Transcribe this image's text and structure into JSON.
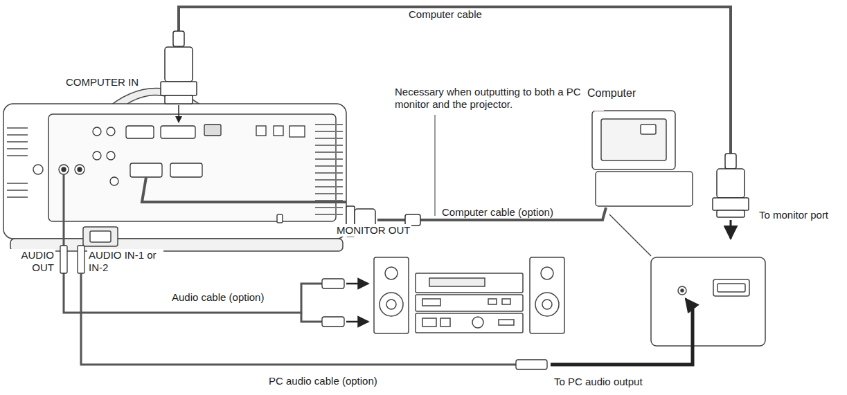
{
  "diagram": {
    "labels": [
      "Computer cable",
      "COMPUTER IN",
      "Necessary when outputting to both a PC monitor and the projector.",
      "Computer",
      "Computer cable (option)",
      "MONITOR OUT",
      "To monitor port",
      "AUDIO OUT",
      "AUDIO IN-1 or IN-2",
      "Audio cable (option)",
      "PC audio cable (option)",
      "To PC audio output"
    ]
  }
}
